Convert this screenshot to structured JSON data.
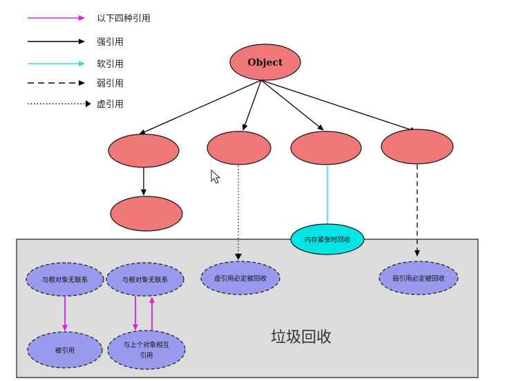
{
  "legend": {
    "items": [
      {
        "label": "以下四种引用",
        "style": "magenta-arrow"
      },
      {
        "label": "强引用",
        "style": "solid-black-arrow"
      },
      {
        "label": "软引用",
        "style": "cyan-arrow"
      },
      {
        "label": "弱引用",
        "style": "dashed-arrow"
      },
      {
        "label": "虚引用",
        "style": "dotted-arrow"
      }
    ]
  },
  "object_node": {
    "label": "Object"
  },
  "gc_region": {
    "label": "垃圾回收"
  },
  "soft_node": {
    "label": "内存紧张时回收"
  },
  "phantom_gc": {
    "label": "虚引用必定被回收"
  },
  "weak_gc": {
    "label": "弱引用必定被回收"
  },
  "unlinked_1": {
    "label": "与根对象无联系"
  },
  "unlinked_2": {
    "label": "与根对象无联系"
  },
  "referenced": {
    "label": "被引用"
  },
  "mutual": {
    "line1": "与上个对象相互",
    "line2": "引用"
  },
  "colors": {
    "red_node": "#f07878",
    "purple_node": "#9999ee",
    "cyan_node": "#00e5e5",
    "magenta": "#e020e0",
    "cyan_line": "#33e0e0",
    "gc_bg": "#dcdcdc"
  }
}
